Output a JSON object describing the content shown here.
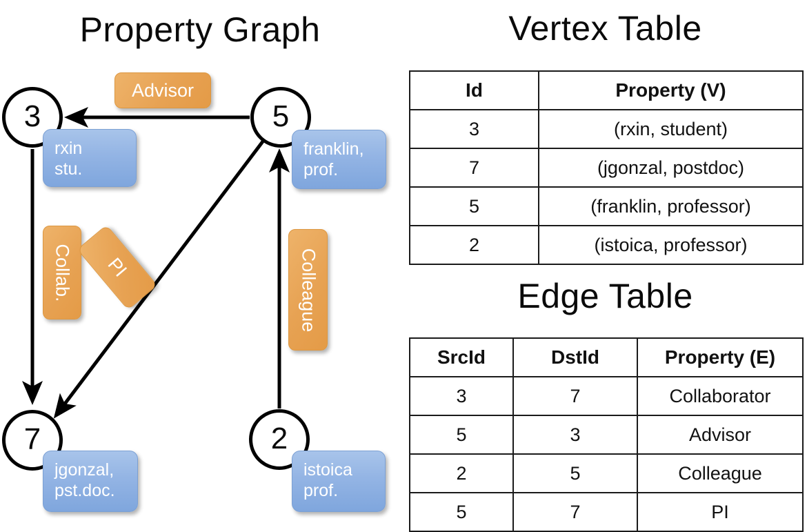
{
  "titles": {
    "graph": "Property Graph",
    "vertex_table": "Vertex Table",
    "edge_table": "Edge Table"
  },
  "graph": {
    "nodes": [
      {
        "id": "3",
        "property_lines": [
          "rxin",
          "stu."
        ]
      },
      {
        "id": "5",
        "property_lines": [
          "franklin,",
          "prof."
        ]
      },
      {
        "id": "7",
        "property_lines": [
          "jgonzal,",
          "pst.doc."
        ]
      },
      {
        "id": "2",
        "property_lines": [
          "istoica",
          "prof."
        ]
      }
    ],
    "edge_labels": [
      {
        "name": "advisor-chip",
        "text": "Advisor"
      },
      {
        "name": "collab-chip",
        "text": "Collab."
      },
      {
        "name": "pi-chip",
        "text": "PI"
      },
      {
        "name": "colleague-chip",
        "text": "Colleague"
      }
    ],
    "colors": {
      "node_fill": "#ffffff",
      "node_stroke": "#000000",
      "property_box": "#8fb2e3",
      "edge_chip": "#e7a253",
      "arrow": "#000000"
    }
  },
  "vertex_table": {
    "headers": [
      "Id",
      "Property (V)"
    ],
    "rows": [
      [
        "3",
        "(rxin, student)"
      ],
      [
        "7",
        "(jgonzal, postdoc)"
      ],
      [
        "5",
        "(franklin, professor)"
      ],
      [
        "2",
        "(istoica, professor)"
      ]
    ],
    "property_fill": "#d7e1f2"
  },
  "edge_table": {
    "headers": [
      "SrcId",
      "DstId",
      "Property (E)"
    ],
    "rows": [
      [
        "3",
        "7",
        "Collaborator"
      ],
      [
        "5",
        "3",
        "Advisor"
      ],
      [
        "2",
        "5",
        "Colleague"
      ],
      [
        "5",
        "7",
        "PI"
      ]
    ],
    "property_fill": "#f7ddc3"
  }
}
